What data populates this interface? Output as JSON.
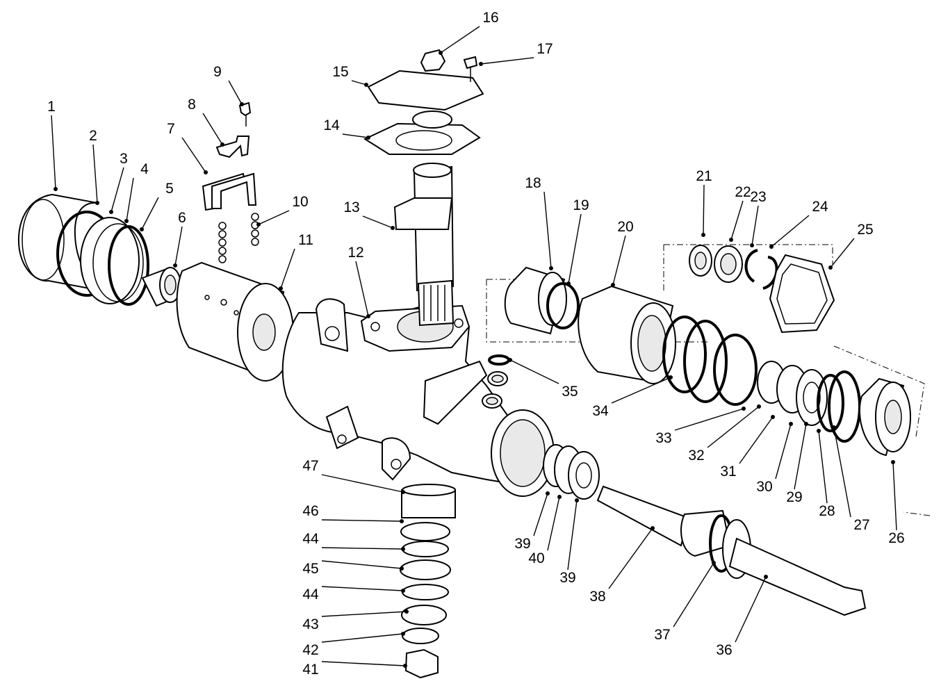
{
  "callouts": [
    {
      "id": "1",
      "text": "1"
    },
    {
      "id": "2",
      "text": "2"
    },
    {
      "id": "3",
      "text": "3"
    },
    {
      "id": "4",
      "text": "4"
    },
    {
      "id": "5",
      "text": "5"
    },
    {
      "id": "6",
      "text": "6"
    },
    {
      "id": "7",
      "text": "7"
    },
    {
      "id": "8",
      "text": "8"
    },
    {
      "id": "9",
      "text": "9"
    },
    {
      "id": "10",
      "text": "10"
    },
    {
      "id": "11",
      "text": "11"
    },
    {
      "id": "12",
      "text": "12"
    },
    {
      "id": "13",
      "text": "13"
    },
    {
      "id": "14",
      "text": "14"
    },
    {
      "id": "15",
      "text": "15"
    },
    {
      "id": "16",
      "text": "16"
    },
    {
      "id": "17",
      "text": "17"
    },
    {
      "id": "18",
      "text": "18"
    },
    {
      "id": "19",
      "text": "19"
    },
    {
      "id": "20",
      "text": "20"
    },
    {
      "id": "21",
      "text": "21"
    },
    {
      "id": "22",
      "text": "22"
    },
    {
      "id": "23",
      "text": "23"
    },
    {
      "id": "24",
      "text": "24"
    },
    {
      "id": "25",
      "text": "25"
    },
    {
      "id": "26",
      "text": "26"
    },
    {
      "id": "27",
      "text": "27"
    },
    {
      "id": "28",
      "text": "28"
    },
    {
      "id": "29",
      "text": "29"
    },
    {
      "id": "30",
      "text": "30"
    },
    {
      "id": "31",
      "text": "31"
    },
    {
      "id": "32",
      "text": "32"
    },
    {
      "id": "33",
      "text": "33"
    },
    {
      "id": "34",
      "text": "34"
    },
    {
      "id": "35",
      "text": "35"
    },
    {
      "id": "36",
      "text": "36"
    },
    {
      "id": "37",
      "text": "37"
    },
    {
      "id": "38",
      "text": "38"
    },
    {
      "id": "39a",
      "text": "39"
    },
    {
      "id": "39b",
      "text": "39"
    },
    {
      "id": "40",
      "text": "40"
    },
    {
      "id": "41",
      "text": "41"
    },
    {
      "id": "42",
      "text": "42"
    },
    {
      "id": "43",
      "text": "43"
    },
    {
      "id": "44a",
      "text": "44"
    },
    {
      "id": "44b",
      "text": "44"
    },
    {
      "id": "45",
      "text": "45"
    },
    {
      "id": "46",
      "text": "46"
    },
    {
      "id": "47",
      "text": "47"
    }
  ]
}
